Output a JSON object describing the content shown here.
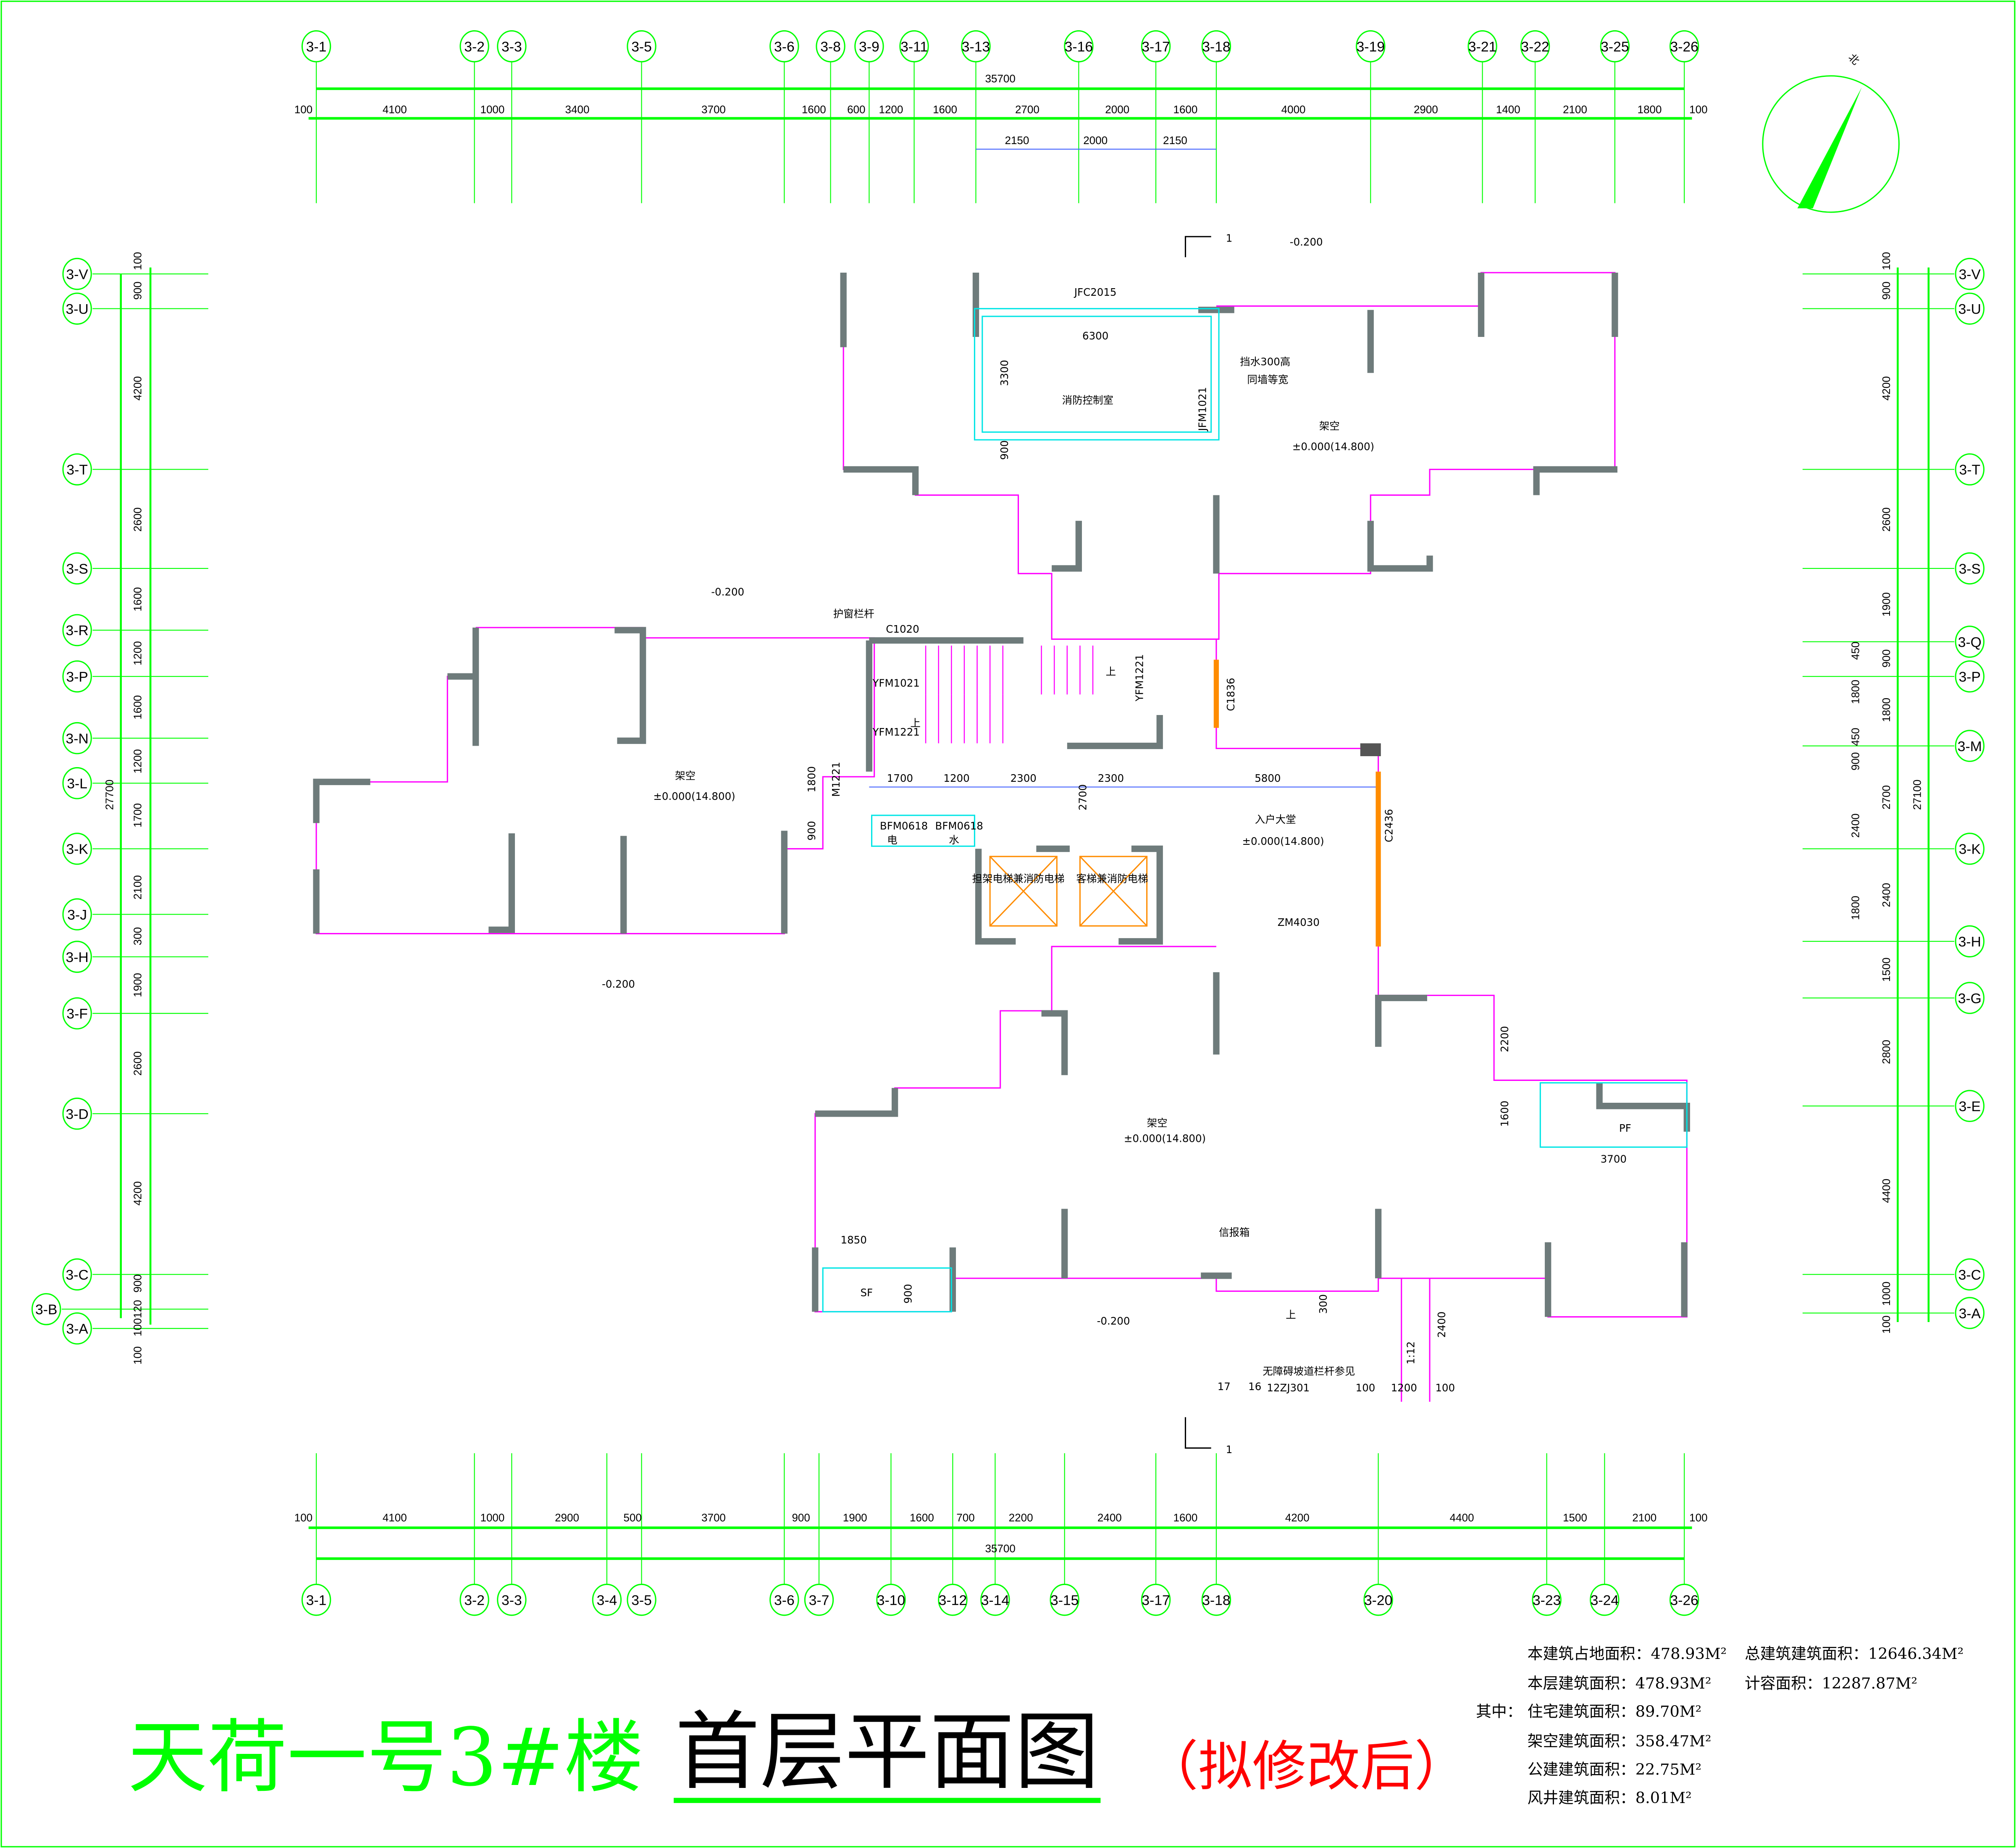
{
  "title": {
    "project": "天荷一号3#楼",
    "drawing": "首层平面图",
    "note": "（拟修改后）"
  },
  "top_axes": [
    "3-1",
    "3-2",
    "3-3",
    "3-5",
    "3-6",
    "3-8",
    "3-9",
    "3-11",
    "3-13",
    "3-16",
    "3-17",
    "3-18",
    "3-19",
    "3-21",
    "3-22",
    "3-25",
    "3-26"
  ],
  "top_dims": [
    "100",
    "4100",
    "1000",
    "3400",
    "3700",
    "1600",
    "600",
    "1200",
    "1600",
    "2700",
    "2000",
    "1600",
    "4000",
    "2900",
    "1400",
    "2100",
    "1800",
    "100"
  ],
  "top_total": "35700",
  "top_sub_dims": [
    "2150",
    "2000",
    "2150"
  ],
  "bottom_axes": [
    "3-1",
    "3-2",
    "3-3",
    "3-4",
    "3-5",
    "3-6",
    "3-7",
    "3-10",
    "3-12",
    "3-14",
    "3-15",
    "3-17",
    "3-18",
    "3-20",
    "3-23",
    "3-24",
    "3-26"
  ],
  "bottom_dims": [
    "100",
    "4100",
    "1000",
    "2900",
    "500",
    "3700",
    "900",
    "1900",
    "1600",
    "700",
    "2200",
    "2400",
    "1600",
    "4200",
    "4400",
    "1500",
    "2100",
    "100"
  ],
  "bottom_total": "35700",
  "left_axes": [
    "3-V",
    "3-U",
    "3-T",
    "3-S",
    "3-R",
    "3-P",
    "3-N",
    "3-L",
    "3-K",
    "3-J",
    "3-H",
    "3-F",
    "3-D",
    "3-C",
    "3-B",
    "3-A"
  ],
  "left_dims": [
    "100",
    "900",
    "4200",
    "2600",
    "1600",
    "1200",
    "1600",
    "1200",
    "1700",
    "2100",
    "300",
    "1900",
    "2600",
    "4200",
    "900",
    "100120",
    "100"
  ],
  "left_total": "27700",
  "right_axes": [
    "3-V",
    "3-U",
    "3-T",
    "3-S",
    "3-Q",
    "3-P",
    "3-M",
    "3-K",
    "3-H",
    "3-G",
    "3-E",
    "3-C",
    "3-A"
  ],
  "right_dims": [
    "100",
    "900",
    "4200",
    "2600",
    "1900",
    "900",
    "1800",
    "2700",
    "2400",
    "1500",
    "2800",
    "4400",
    "1000",
    "100"
  ],
  "right_inner_dims": [
    "450",
    "1800",
    "450",
    "900",
    "2400",
    "1800"
  ],
  "right_total": "27100",
  "rooms": {
    "fire_control": "消防控制室",
    "jfc": "JFC2015",
    "d6300": "6300",
    "d3300": "3300",
    "d900": "900",
    "jfm": "JFM1021",
    "water": "挡水300高",
    "water2": "同墙等宽",
    "jiakong": "架空",
    "elev0": "±0.000(14.800)",
    "minus": "-0.200",
    "section": "1",
    "railing": "护窗栏杆",
    "c1020": "C1020",
    "yfm1021": "YFM1021",
    "yfm1221": "YFM1221",
    "yfm1221b": "YFM1221",
    "c1836": "C1836",
    "m1221": "M1221",
    "up": "上",
    "bfm1": "BFM0618",
    "bfm1s": "电",
    "bfm2": "BFM0618",
    "bfm2s": "水",
    "lift1": "担架电梯兼消防电梯",
    "lift2": "客梯兼消防电梯",
    "lobby": "入户大堂",
    "c2436": "C2436",
    "zm4030": "ZM4030",
    "d1700": "1700",
    "d1200": "1200",
    "d2300": "2300",
    "d2300b": "2300",
    "d5800": "5800",
    "d2700": "2700",
    "d1800": "1800",
    "d900b": "900",
    "pf": "PF",
    "sf": "SF",
    "d1850": "1850",
    "d900c": "900",
    "d3700": "3700",
    "d2200": "2200",
    "d1600": "1600",
    "box": "信报箱",
    "d300": "300",
    "d2400": "2400",
    "d100a": "100",
    "d1200b": "1200",
    "d100b": "100",
    "ramp": "无障碍坡道栏杆参见",
    "ramp_ref": "12ZJ301",
    "ref1": "17",
    "ref2": "16",
    "slope": "1:12"
  },
  "compass": {
    "label": "北"
  },
  "stats": {
    "footprint": "本建筑占地面积：478.93M²",
    "floor": "本层建筑面积：478.93M²",
    "among": "其中：",
    "residential": "住宅建筑面积：89.70M²",
    "stilt": "架空建筑面积：358.47M²",
    "public": "公建建筑面积：22.75M²",
    "shaft": "风井建筑面积：8.01M²",
    "total": "总建筑建筑面积：12646.34M²",
    "far": "计容面积：12287.87M²"
  }
}
